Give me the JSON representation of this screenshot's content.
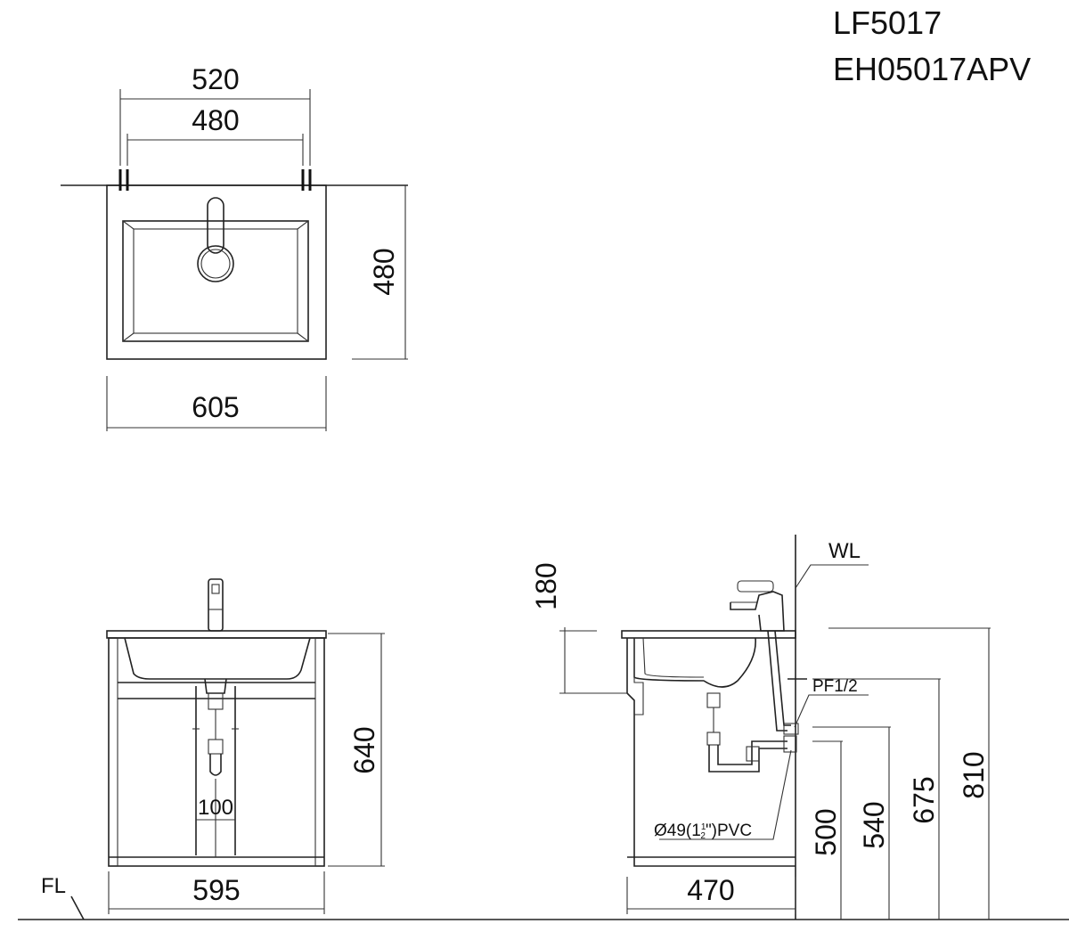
{
  "title": {
    "model_1": "LF5017",
    "model_2": "EH05017APV"
  },
  "top_view": {
    "dim_outer_width": "520",
    "dim_inner_width": "480",
    "dim_depth": "480",
    "dim_cabinet_width": "605"
  },
  "front_view": {
    "dim_height": "640",
    "dim_drain_offset": "100",
    "dim_width": "595",
    "label_floor": "FL"
  },
  "side_view": {
    "label_wall": "WL",
    "dim_top": "180",
    "label_supply": "PF1/2",
    "label_pipe_prefix": "Ø49(1",
    "label_pipe_frac_num": "1",
    "label_pipe_frac_den": "2",
    "label_pipe_suffix": "\")PVC",
    "dim_depth": "470",
    "dim_500": "500",
    "dim_540": "540",
    "dim_675": "675",
    "dim_810": "810"
  }
}
